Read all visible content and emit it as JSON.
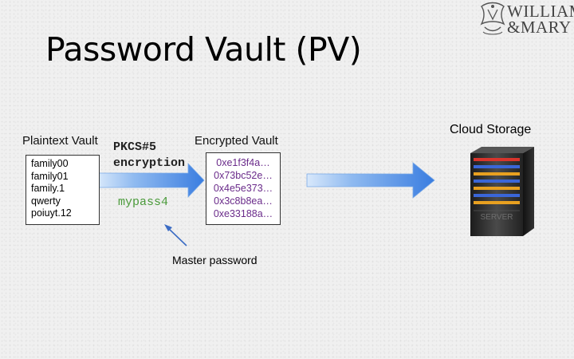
{
  "slide": {
    "title": "Password Vault (PV)"
  },
  "logo": {
    "line1": "WILLIAM",
    "line2": "&MARY"
  },
  "plaintext_vault": {
    "heading": "Plaintext Vault",
    "entries": [
      "family00",
      "family01",
      "family.1",
      "qwerty",
      "poiuyt.12"
    ]
  },
  "encryption": {
    "scheme": "PKCS#5",
    "label": "encryption",
    "master_password_value": "mypass4",
    "master_password_label": "Master password"
  },
  "encrypted_vault": {
    "heading": "Encrypted Vault",
    "entries": [
      "0xe1f3f4a…",
      "0x73bc52e…",
      "0x4e5e373…",
      "0x3c8b8ea…",
      "0xe33188a…"
    ]
  },
  "cloud": {
    "heading": "Cloud Storage",
    "server_label": "SERVER"
  },
  "colors": {
    "arrow_fill": "#3a7de0",
    "arrow_light": "#a9cdf5",
    "ciphertext": "#6a2b8a",
    "master_password": "#4a9a3a",
    "pointer_arrow": "#3b6cc4"
  }
}
